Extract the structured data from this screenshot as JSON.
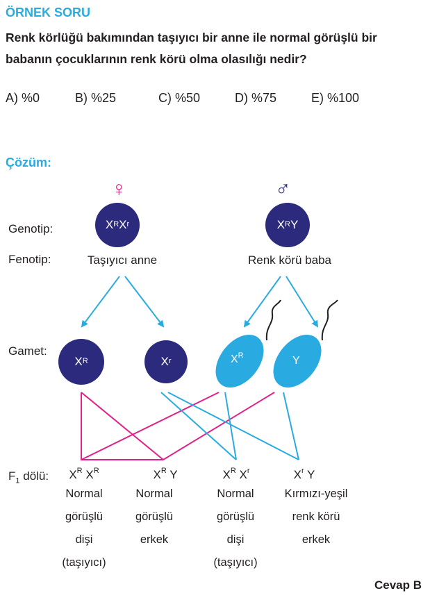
{
  "header": {
    "title": "ÖRNEK SORU",
    "question": "Renk körlüğü bakımından taşıyıcı bir anne ile normal görüşlü bir babanın çocuklarının renk körü olma olasılığı nedir?"
  },
  "options": [
    {
      "label": "A) %0"
    },
    {
      "label": "B) %25"
    },
    {
      "label": "C) %50"
    },
    {
      "label": "D) %75"
    },
    {
      "label": "E) %100"
    }
  ],
  "solution": {
    "title": "Çözüm:",
    "female_symbol": "♀",
    "male_symbol": "♂",
    "labels": {
      "genotype": "Genotip:",
      "phenotype": "Fenotip:",
      "gamete": "Gamet:",
      "f1_prefix": "F",
      "f1_sub": "1",
      "f1_suffix": " dölü:"
    },
    "mother": {
      "base1": "X",
      "sup1": "R",
      "base2": "X",
      "sup2": "r",
      "phenotype": "Taşıyıcı anne"
    },
    "father": {
      "base1": "X",
      "sup1": "R",
      "base2": "Y",
      "phenotype": "Renk körü baba"
    },
    "gametes": [
      {
        "base": "X",
        "sup": "R",
        "kind": "egg"
      },
      {
        "base": "X",
        "sup": "r",
        "kind": "egg"
      },
      {
        "base": "X",
        "sup": "R",
        "kind": "sperm"
      },
      {
        "base": "Y",
        "sup": "",
        "kind": "sperm"
      }
    ],
    "offspring": [
      {
        "b1": "X",
        "s1": "R",
        "b2": "X",
        "s2": "R",
        "line1": "Normal",
        "line2": "görüşlü",
        "line3": "dişi",
        "line4": "(taşıyıcı)"
      },
      {
        "b1": "X",
        "s1": "R",
        "b2": "Y",
        "s2": "",
        "line1": "Normal",
        "line2": "görüşlü",
        "line3": "erkek",
        "line4": ""
      },
      {
        "b1": "X",
        "s1": "R",
        "b2": "X",
        "s2": "r",
        "line1": "Normal",
        "line2": "görüşlü",
        "line3": "dişi",
        "line4": "(taşıyıcı)"
      },
      {
        "b1": "X",
        "s1": "r",
        "b2": "Y",
        "s2": "",
        "line1": "Kırmızı-yeşil",
        "line2": "renk körü",
        "line3": "erkek",
        "line4": ""
      }
    ],
    "answer": "Cevap B"
  },
  "colors": {
    "title_blue": "#29abe2",
    "cell_dark": "#2b2a7c",
    "sperm_cyan": "#29abe2",
    "arrow_cyan": "#29abe2",
    "cross_magenta": "#e0218a",
    "cross_cyan": "#29abe2"
  }
}
